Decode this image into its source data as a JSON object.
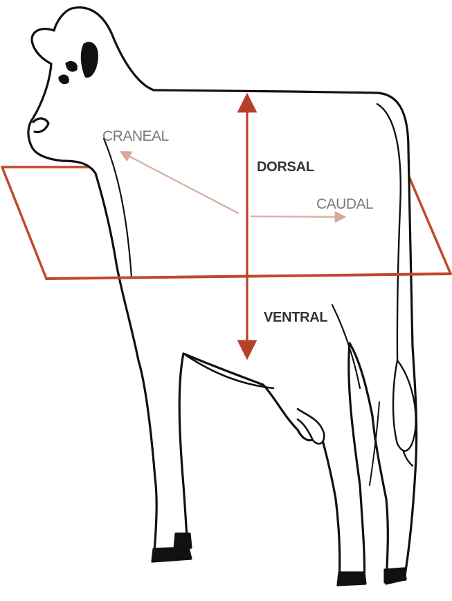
{
  "labels": {
    "craneal": "CRANEAL",
    "dorsal": "DORSAL",
    "caudal": "CAUDAL",
    "ventral": "VENTRAL"
  },
  "colors": {
    "plane": "#c0492b",
    "arrow_red": "#b8402a",
    "arrow_pale": "#d8b3a8",
    "outline": "#111111",
    "label_thin": "#7a7a7a",
    "label_bold": "#333333"
  },
  "icons": {
    "animal": "cow-silhouette-icon"
  }
}
